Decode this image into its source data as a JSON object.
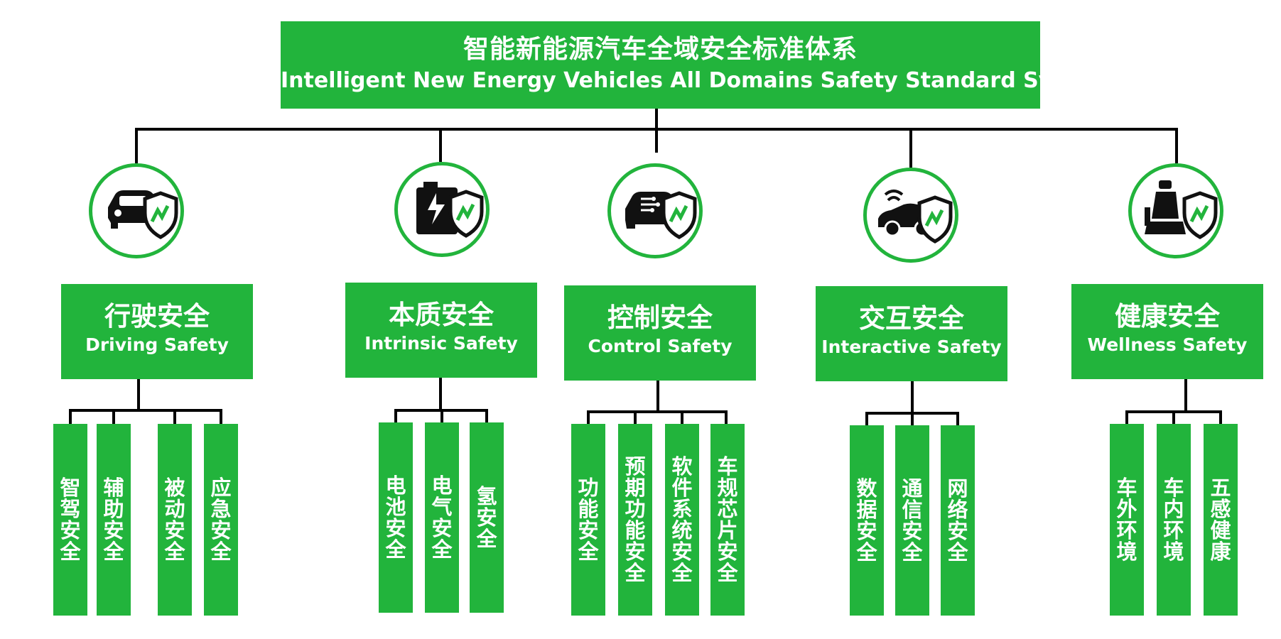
{
  "root": {
    "title_cn": "智能新能源汽车全域安全标准体系",
    "title_en": "Intelligent New Energy Vehicles All Domains Safety  Standard System"
  },
  "categories": [
    {
      "id": "driving",
      "icon": "car-shield-icon",
      "title_cn": "行驶安全",
      "title_en": "Driving Safety",
      "items": [
        "智驾安全",
        "辅助安全",
        "被动安全",
        "应急安全"
      ]
    },
    {
      "id": "intrinsic",
      "icon": "battery-shield-icon",
      "title_cn": "本质安全",
      "title_en": "Intrinsic Safety",
      "items": [
        "电池安全",
        "电气安全",
        "氢安全"
      ]
    },
    {
      "id": "control",
      "icon": "circuit-car-shield-icon",
      "title_cn": "控制安全",
      "title_en": "Control Safety",
      "items": [
        "功能安全",
        "预期功能安全",
        "软件系统安全",
        "车规芯片安全"
      ]
    },
    {
      "id": "interactive",
      "icon": "connected-car-shield-icon",
      "title_cn": "交互安全",
      "title_en": "Interactive Safety",
      "items": [
        "数据安全",
        "通信安全",
        "网络安全"
      ]
    },
    {
      "id": "wellness",
      "icon": "seat-shield-icon",
      "title_cn": "健康安全",
      "title_en": "Wellness Safety",
      "items": [
        "车外环境",
        "车内环境",
        "五感健康"
      ]
    }
  ],
  "colors": {
    "accent": "#22b43c",
    "line": "#000000",
    "text_on_accent": "#ffffff"
  }
}
